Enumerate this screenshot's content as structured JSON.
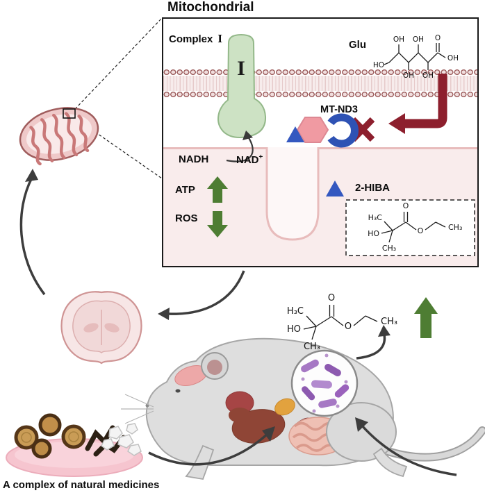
{
  "figure": {
    "title": "Mitochondrial",
    "caption": "A complex of natural medicines"
  },
  "panel": {
    "complex_word": "Complex",
    "complex_numeral": "I",
    "glu": "Glu",
    "mt_nd3": "MT-ND3",
    "nadh": "NADH",
    "nad": "NAD",
    "nad_sup": "+",
    "atp": "ATP",
    "ros": "ROS",
    "hiba": "2-HIBA"
  },
  "chem": {
    "oh": "OH",
    "ho": "HO",
    "o": "O",
    "h3c": "H₃C",
    "ch3": "CH₃"
  },
  "colors": {
    "inhibition_red": "#8d1f2d",
    "increase_green": "#4e7d33",
    "hiba_blue": "#3458c0",
    "complex_green": "#cde2c4",
    "membrane_outline": "#a06262",
    "matrix_pink": "#f9ecec",
    "bacteria_purple": "#a678c4",
    "plate_pink": "#f6c5cf"
  }
}
